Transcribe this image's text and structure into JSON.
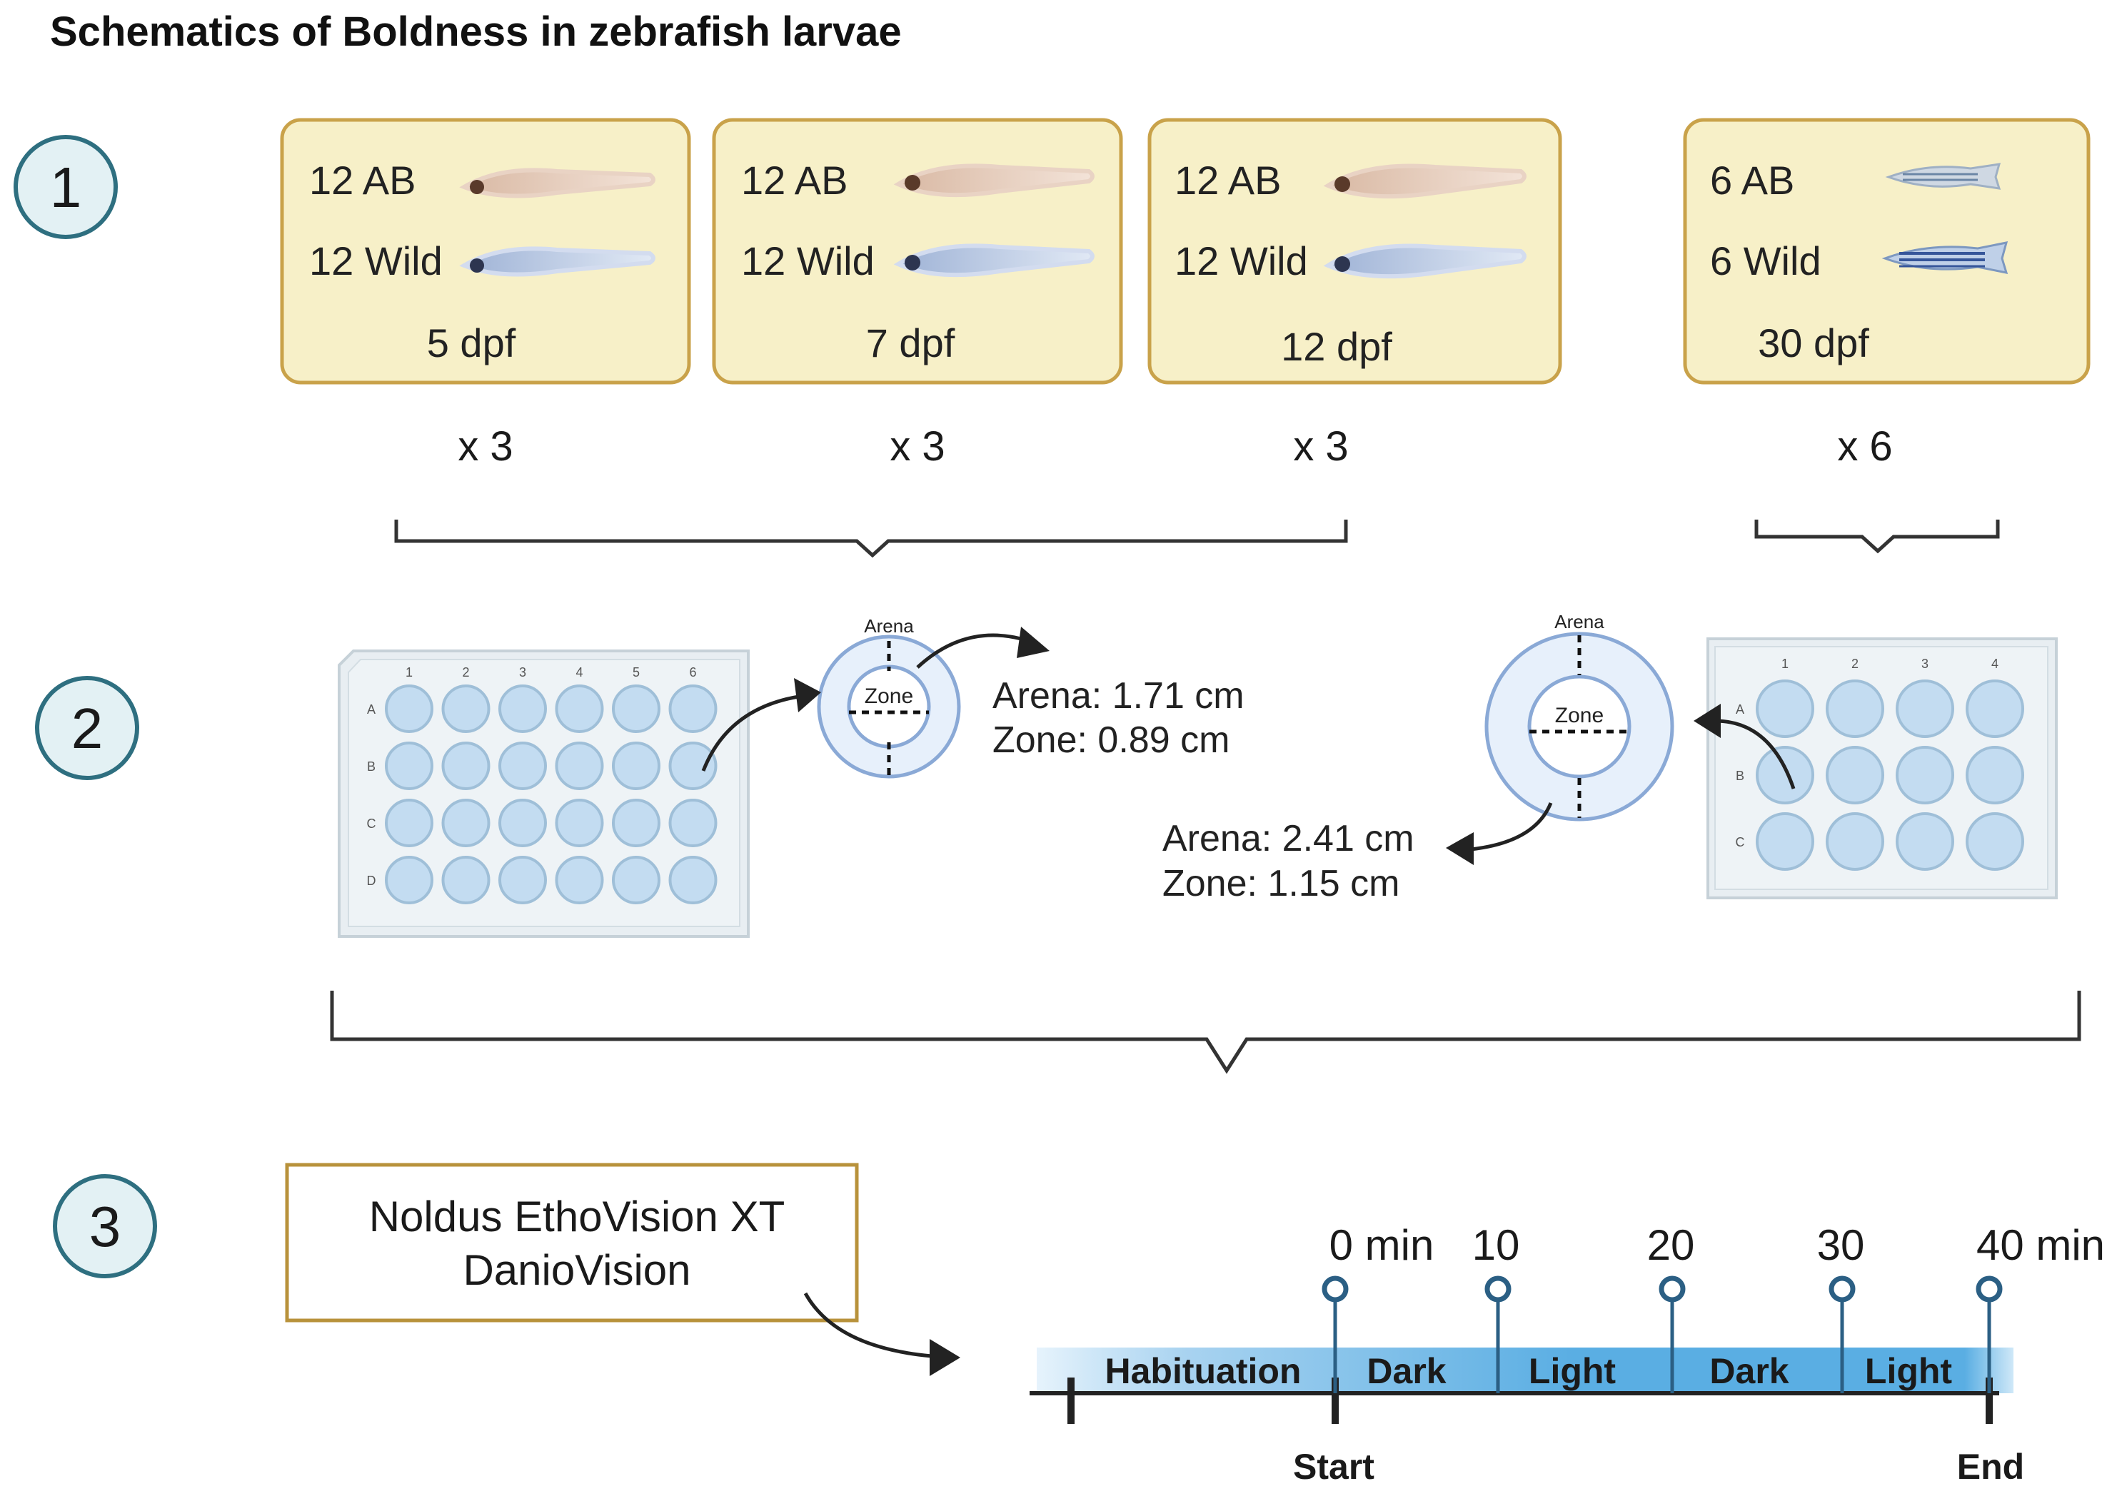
{
  "title": "Schematics of Boldness in zebrafish larvae",
  "steps": [
    {
      "number": "1"
    },
    {
      "number": "2"
    },
    {
      "number": "3"
    }
  ],
  "groups": [
    {
      "line1": "12 AB",
      "line2": "12 Wild",
      "age": "5 dpf",
      "multiplier": "x 3"
    },
    {
      "line1": "12 AB",
      "line2": "12 Wild",
      "age": "7 dpf",
      "multiplier": "x 3"
    },
    {
      "line1": "12 AB",
      "line2": "12 Wild",
      "age": "12 dpf",
      "multiplier": "x 3"
    },
    {
      "line1": "6 AB",
      "line2": "6 Wild",
      "age": "30 dpf",
      "multiplier": "x 6"
    }
  ],
  "plate24": {
    "columns": [
      "1",
      "2",
      "3",
      "4",
      "5",
      "6"
    ],
    "rows": [
      "A",
      "B",
      "C",
      "D"
    ]
  },
  "plate12": {
    "columns": [
      "1",
      "2",
      "3",
      "4"
    ],
    "rows": [
      "A",
      "B",
      "C"
    ]
  },
  "arena_small": {
    "arena_label": "Arena",
    "zone_label": "Zone",
    "arena_size": "Arena: 1.71 cm",
    "zone_size": "Zone: 0.89 cm"
  },
  "arena_large": {
    "arena_label": "Arena",
    "zone_label": "Zone",
    "arena_size": "Arena: 2.41 cm",
    "zone_size": "Zone: 1.15 cm"
  },
  "software": {
    "line1": "Noldus EthoVision XT",
    "line2": "DanioVision"
  },
  "timeline": {
    "markers": [
      "0 min",
      "10",
      "20",
      "30",
      "40 min"
    ],
    "segments": [
      "Habituation",
      "Dark",
      "Light",
      "Dark",
      "Light"
    ],
    "start_label": "Start",
    "end_label": "End"
  },
  "colors": {
    "panel_fill": "#f7f0c8",
    "panel_border": "#c9a24a",
    "well_blue": "#c3dcf1",
    "timeline_blue": "#4a9fd8",
    "step_ring": "#2e6f80"
  }
}
